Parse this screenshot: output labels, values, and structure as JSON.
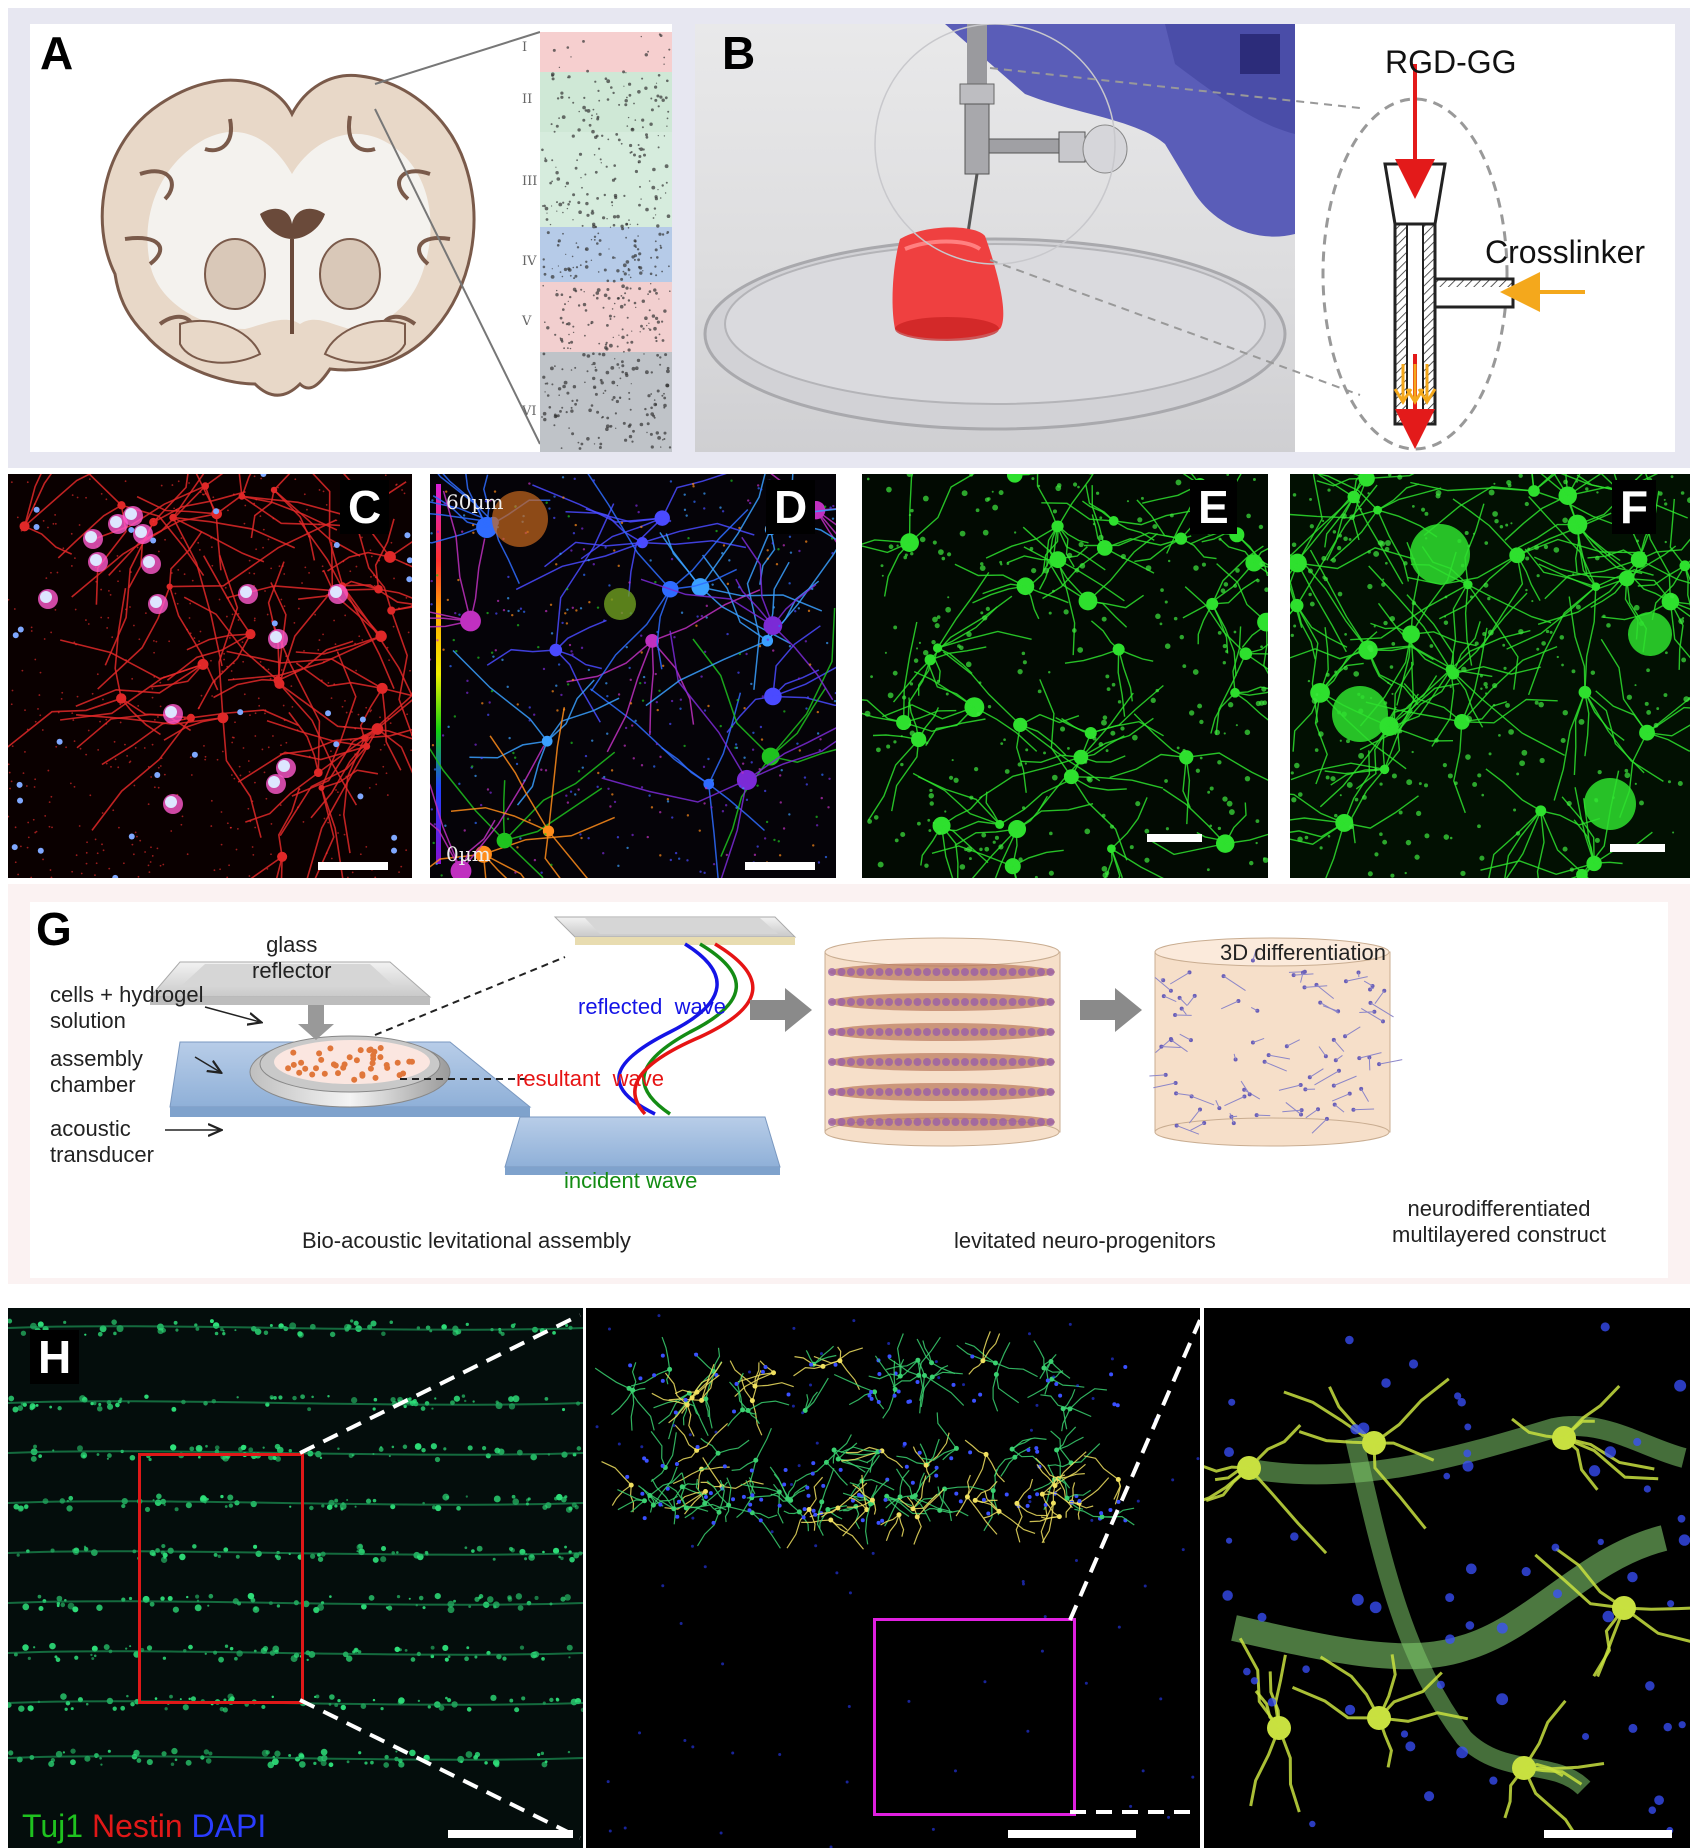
{
  "panels": {
    "A": {
      "label": "A",
      "layers": [
        "I",
        "II",
        "III",
        "IV",
        "V",
        "VI"
      ]
    },
    "B": {
      "label": "B",
      "rgd": "RGD-GG",
      "crosslinker": "Crosslinker"
    },
    "C": {
      "label": "C"
    },
    "D": {
      "label": "D",
      "scale_top": "60µm",
      "scale_bottom": "0µm"
    },
    "E": {
      "label": "E"
    },
    "F": {
      "label": "F"
    },
    "G": {
      "label": "G",
      "glass_reflector": [
        "glass",
        "reflector"
      ],
      "cells_hydrogel": [
        "cells + hydrogel",
        "solution"
      ],
      "assembly_chamber": [
        "assembly",
        "chamber"
      ],
      "acoustic_transducer": [
        "acoustic",
        "transducer"
      ],
      "reflected_wave": "reflected  wave",
      "resultant_wave": "resultant  wave",
      "incident_wave": "incident wave",
      "differentiation": "3D differentiation",
      "caption_left": "Bio-acoustic levitational assembly",
      "caption_mid": "levitated neuro-progenitors",
      "caption_right": [
        "neurodifferentiated",
        "multilayered construct"
      ]
    },
    "H": {
      "label": "H",
      "legend_tuj1": "Tuj1",
      "legend_nestin": "Nestin",
      "legend_dapi": "DAPI"
    }
  },
  "colors": {
    "reflected": "#1414e6",
    "resultant": "#e61414",
    "incident": "#148c14",
    "tuj1": "#1fc21f",
    "nestin": "#e01818",
    "dapi": "#2a3cff"
  }
}
